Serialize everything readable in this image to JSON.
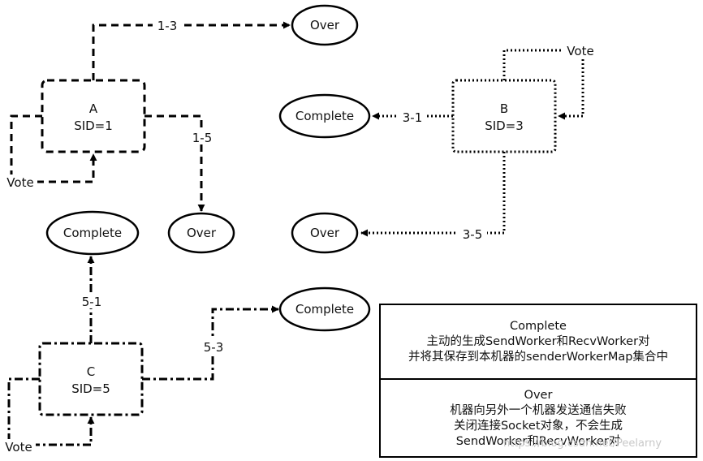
{
  "nodes": {
    "A": {
      "name": "A",
      "sid": "SID=1"
    },
    "B": {
      "name": "B",
      "sid": "SID=3"
    },
    "C": {
      "name": "C",
      "sid": "SID=5"
    }
  },
  "ellipses": {
    "over_top": "Over",
    "complete_b": "Complete",
    "over_a": "Over",
    "complete_c_up": "Complete",
    "over_b": "Over",
    "complete_c": "Complete"
  },
  "edge_labels": {
    "a_1_3": "1-3",
    "a_1_5": "1-5",
    "a_vote": "Vote",
    "b_vote": "Vote",
    "b_3_1": "3-1",
    "b_3_5": "3-5",
    "c_5_1": "5-1",
    "c_5_3": "5-3",
    "c_vote": "Vote"
  },
  "legend": {
    "complete": {
      "title": "Complete",
      "line1": "主动的生成SendWorker和RecvWorker对",
      "line2": "并将其保存到本机器的senderWorkerMap集合中"
    },
    "over": {
      "title": "Over",
      "line1": "机器向另外一个机器发送通信失败",
      "line2": "关闭连接Socket对象，不会生成",
      "line3": "SendWorker和RecvWorker对"
    }
  },
  "watermark": "https://blog.csdn.net/Peelarny"
}
